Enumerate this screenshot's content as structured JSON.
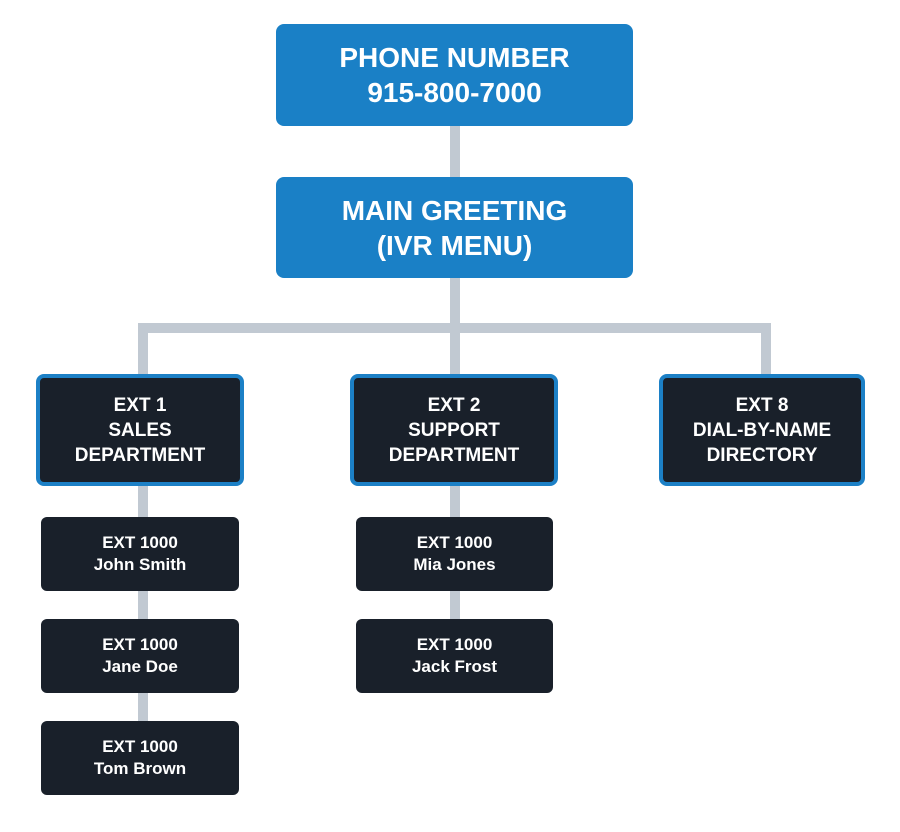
{
  "phone": {
    "line1": "PHONE NUMBER",
    "line2": "915-800-7000"
  },
  "greeting": {
    "line1": "MAIN GREETING",
    "line2": "(IVR MENU)"
  },
  "branches": [
    {
      "lines": [
        "EXT 1",
        "SALES",
        "DEPARTMENT"
      ],
      "extensions": [
        {
          "ext": "EXT 1000",
          "name": "John Smith"
        },
        {
          "ext": "EXT 1000",
          "name": "Jane Doe"
        },
        {
          "ext": "EXT 1000",
          "name": "Tom Brown"
        }
      ]
    },
    {
      "lines": [
        "EXT 2",
        "SUPPORT",
        "DEPARTMENT"
      ],
      "extensions": [
        {
          "ext": "EXT 1000",
          "name": "Mia Jones"
        },
        {
          "ext": "EXT 1000",
          "name": "Jack Frost"
        }
      ]
    },
    {
      "lines": [
        "EXT 8",
        "DIAL-BY-NAME",
        "DIRECTORY"
      ],
      "extensions": []
    }
  ],
  "colors": {
    "primary_blue": "#1a80c6",
    "dark_node": "#19202a",
    "connector": "#c1c9d2"
  }
}
